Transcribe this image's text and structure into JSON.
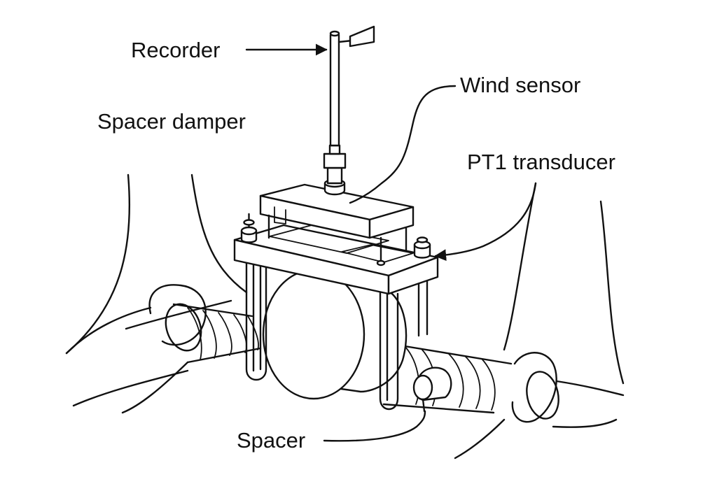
{
  "labels": {
    "recorder": "Recorder",
    "wind_sensor": "Wind sensor",
    "spacer_damper": "Spacer damper",
    "pt1_transducer": "PT1 transducer",
    "spacer": "Spacer"
  },
  "colors": {
    "line": "#111111",
    "background": "#ffffff"
  }
}
